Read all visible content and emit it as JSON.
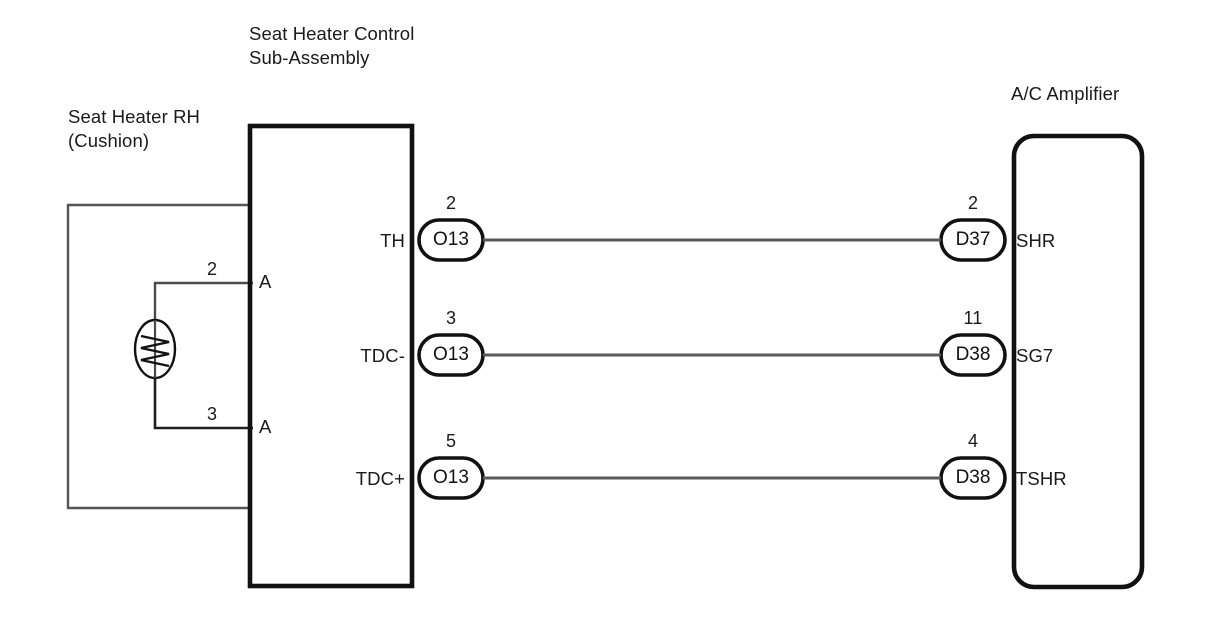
{
  "diagram": {
    "type": "automotive-wiring-diagram",
    "colors": {
      "line": "#111111",
      "wire": "#5a5a5a",
      "thin_line": "#444444",
      "text": "#1a1a1a",
      "background": "#ffffff"
    },
    "components": {
      "seat_heater": {
        "title_line1": "Seat Heater RH",
        "title_line2": "(Cushion)",
        "symbol": "heater-element",
        "terminals": [
          {
            "number": "2",
            "code": "A"
          },
          {
            "number": "3",
            "code": "A"
          }
        ]
      },
      "control_unit": {
        "title_line1": "Seat Heater Control",
        "title_line2": "Sub-Assembly",
        "pins": [
          {
            "signal": "TH",
            "pin_number": "2",
            "connector": "O13"
          },
          {
            "signal": "TDC-",
            "pin_number": "3",
            "connector": "O13"
          },
          {
            "signal": "TDC+",
            "pin_number": "5",
            "connector": "O13"
          }
        ]
      },
      "ac_amplifier": {
        "title": "A/C Amplifier",
        "pins": [
          {
            "signal": "SHR",
            "pin_number": "2",
            "connector": "D37"
          },
          {
            "signal": "SG7",
            "pin_number": "11",
            "connector": "D38"
          },
          {
            "signal": "TSHR",
            "pin_number": "4",
            "connector": "D38"
          }
        ]
      }
    },
    "wires": [
      {
        "from": "O13-2",
        "to": "D37-2"
      },
      {
        "from": "O13-3",
        "to": "D38-11"
      },
      {
        "from": "O13-5",
        "to": "D38-4"
      }
    ]
  }
}
